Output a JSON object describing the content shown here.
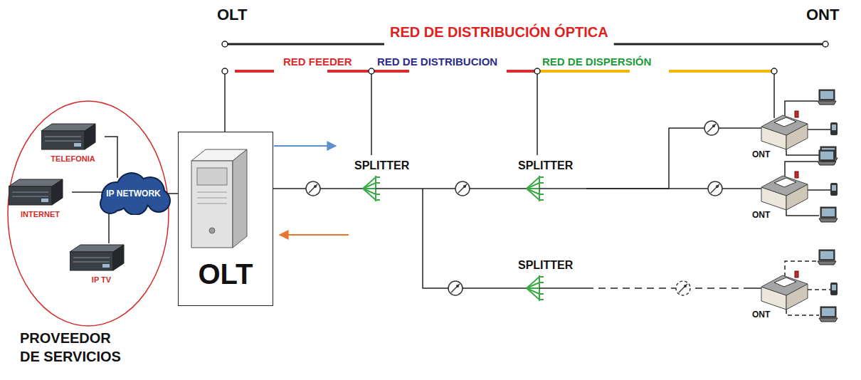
{
  "diagram": {
    "nodes": [
      {
        "text": [
          "PROVEEDOR DE SERVICIOS"
        ]
      },
      {
        "text": [
          "TELEFONIA"
        ],
        "in": 0
      },
      {
        "text": [
          "IP NETWORK"
        ],
        "in": 0
      },
      {
        "text": [
          "INTERNET"
        ],
        "in": 0
      },
      {
        "text": [
          "IP TV"
        ],
        "in": 0
      },
      {
        "text": [
          "OLT"
        ]
      },
      {
        "text": [
          "SPLITTER"
        ]
      },
      {
        "text": [
          "SPLITTER"
        ]
      },
      {
        "text": [
          "SPLITTER"
        ]
      },
      {
        "text": [
          "ONT"
        ]
      },
      {
        "text": [
          "ONT"
        ]
      },
      {
        "text": [
          "ONT"
        ]
      }
    ],
    "edges": [
      {
        "from": 1,
        "to": 2,
        "arrow": "none"
      },
      {
        "from": 3,
        "to": 2,
        "arrow": "none"
      },
      {
        "from": 4,
        "to": 2,
        "arrow": "none"
      },
      {
        "from": 2,
        "to": 5,
        "arrow": "none"
      },
      {
        "from": 5,
        "to": 6,
        "arrow": "none"
      },
      {
        "from": 6,
        "to": 7,
        "arrow": "none"
      },
      {
        "from": 7,
        "to": 9,
        "arrow": "none"
      },
      {
        "from": 7,
        "to": 10,
        "arrow": "none"
      },
      {
        "from": 6,
        "to": 8,
        "arrow": "none"
      },
      {
        "from": 8,
        "to": 11,
        "arrow": "none"
      }
    ],
    "labels": [
      "OLT",
      "ONT",
      "RED DE DISTRIBUCIÓN ÓPTICA",
      "RED FEEDER",
      "RED DE DISTRIBUCION",
      "RED DE DISPERSIÓN"
    ]
  }
}
